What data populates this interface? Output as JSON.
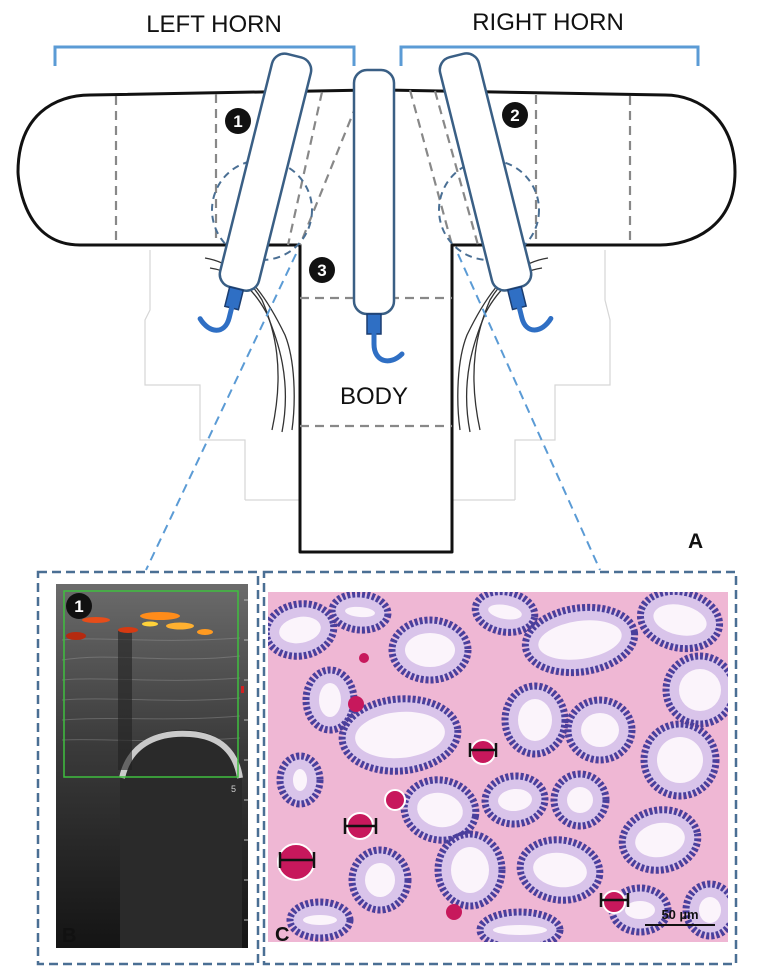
{
  "panel_a": {
    "label": "A",
    "left_horn_label": "LEFT HORN",
    "right_horn_label": "RIGHT HORN",
    "body_label": "BODY",
    "probe_markers": [
      "1",
      "2",
      "3"
    ]
  },
  "panel_b": {
    "label": "B",
    "probe_marker": "1",
    "depth_mark": "5"
  },
  "panel_c": {
    "label": "C",
    "scale_bar": "50 µm"
  },
  "colors": {
    "bracket": "#5b9bd5",
    "dashed_panel": "#4a6f94",
    "probe_tip": "#2f6fc4",
    "tissue_pink": "#efb7d4",
    "nuclei": "#4a3f9c"
  }
}
